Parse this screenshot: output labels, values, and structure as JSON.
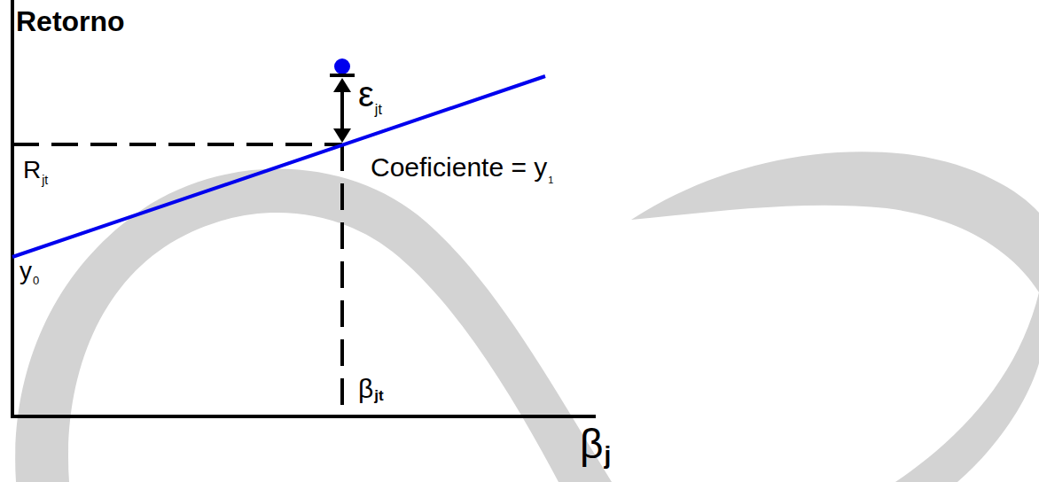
{
  "diagram": {
    "labels": [
      "Retorno",
      "ε",
      "jt",
      "R",
      "jt",
      "Coeficiente = y",
      "1",
      "y",
      "0",
      "β",
      "jt",
      "β",
      "j"
    ]
  }
}
